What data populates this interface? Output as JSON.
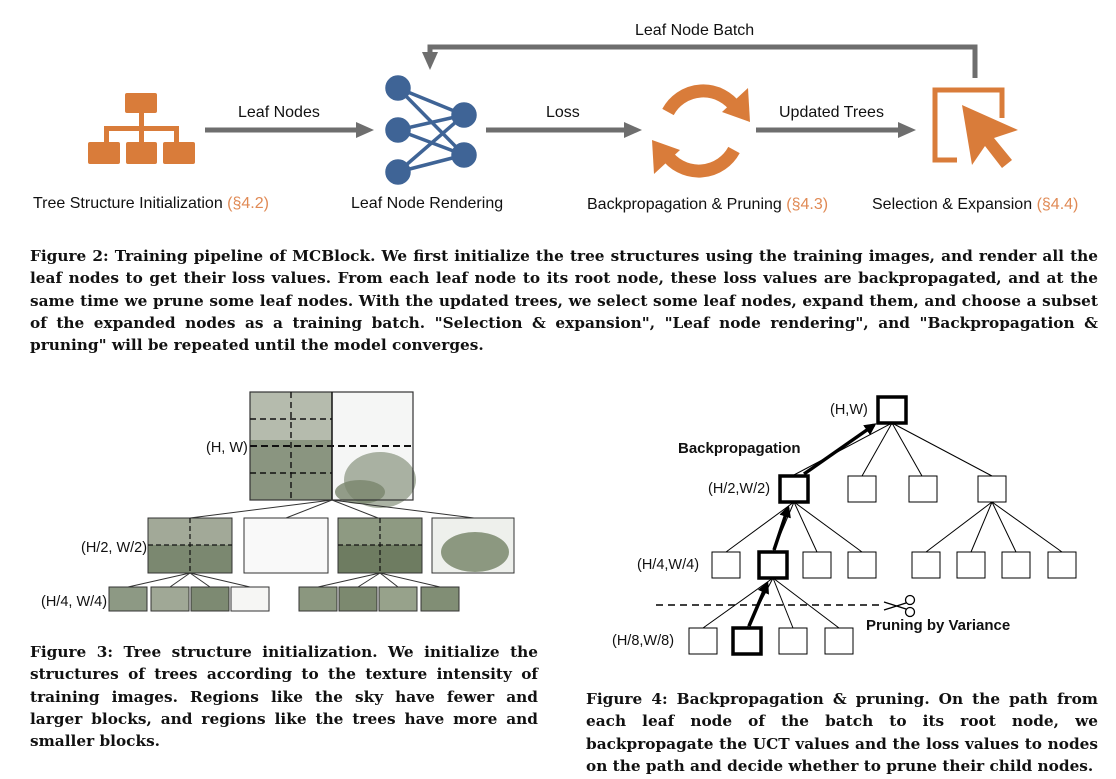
{
  "pipeline": {
    "arrow_labels": {
      "leaf_nodes": "Leaf Nodes",
      "loss": "Loss",
      "updated_trees": "Updated Trees",
      "leaf_node_batch": "Leaf Node Batch"
    },
    "stages": [
      {
        "name": "Tree Structure Initialization",
        "section": "(§4.2)",
        "icon": "hierarchy-icon"
      },
      {
        "name": "Leaf Node Rendering",
        "section": "",
        "icon": "neural-network-icon"
      },
      {
        "name": "Backpropagation & Pruning",
        "section": "(§4.3)",
        "icon": "refresh-cycle-icon"
      },
      {
        "name": "Selection & Expansion",
        "section": "(§4.4)",
        "icon": "cursor-select-icon"
      }
    ],
    "colors": {
      "icon_orange": "#d97c3a",
      "icon_blue": "#3f6496",
      "arrow_gray": "#6e6e6e",
      "section_orange": "#e08a55"
    }
  },
  "fig2": {
    "label": "Figure 2:",
    "text": "Training pipeline of MCBlock. We first initialize the tree structures using the training images, and render all the leaf nodes to get their loss values. From each leaf node to its root node, these loss values are backpropagated, and at the same time we prune some leaf nodes. With the updated trees, we select some leaf nodes, expand them, and choose a subset of the expanded nodes as a training batch. \"Selection & expansion\", \"Leaf node rendering\", and \"Backpropagation & pruning\" will be repeated until the model converges."
  },
  "fig3": {
    "level_labels": [
      "(H, W)",
      "(H/2, W/2)",
      "(H/4, W/4)"
    ],
    "label": "Figure 3:",
    "text": "Tree structure initialization. We initialize the structures of trees according to the texture intensity of training images. Regions like the sky have fewer and larger blocks, and regions like the trees have more and smaller blocks."
  },
  "fig4": {
    "level_labels": [
      "(H,W)",
      "(H/2,W/2)",
      "(H/4,W/4)",
      "(H/8,W/8)"
    ],
    "backprop_label": "Backpropagation",
    "pruning_label": "Pruning by Variance",
    "label": "Figure 4:",
    "text": "Backpropagation & pruning. On the path from each leaf node of the batch to its root node, we backpropagate the UCT values and the loss values to nodes on the path and decide whether to prune their child nodes."
  }
}
